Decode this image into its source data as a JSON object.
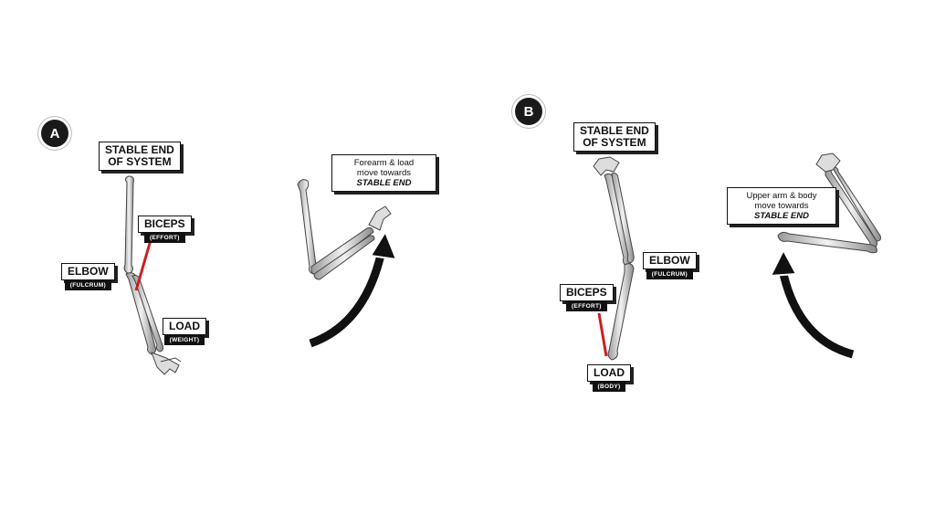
{
  "panel_a": {
    "badge": "A",
    "stable_end": [
      "STABLE END",
      "OF SYSTEM"
    ],
    "biceps": {
      "title": "BICEPS",
      "sub": "(EFFORT)"
    },
    "elbow": {
      "title": "ELBOW",
      "sub": "(FULCRUM)"
    },
    "load": {
      "title": "LOAD",
      "sub": "(WEIGHT)"
    },
    "note": [
      "Forearm & load",
      "move towards",
      "STABLE END"
    ]
  },
  "panel_b": {
    "badge": "B",
    "stable_end": [
      "STABLE END",
      "OF SYSTEM"
    ],
    "elbow": {
      "title": "ELBOW",
      "sub": "(FULCRUM)"
    },
    "biceps": {
      "title": "BICEPS",
      "sub": "(EFFORT)"
    },
    "load": {
      "title": "LOAD",
      "sub": "(BODY)"
    },
    "note": [
      "Upper arm & body",
      "move towards",
      "STABLE END"
    ]
  },
  "colors": {
    "muscle": "#cc1f1f",
    "arrow": "#111111",
    "bone": "#e8e8e8"
  }
}
